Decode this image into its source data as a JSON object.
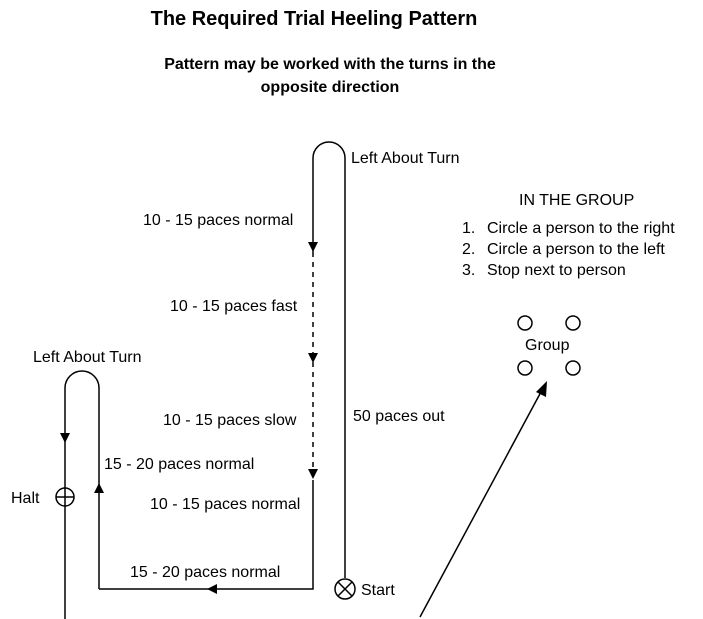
{
  "title": "The Required Trial Heeling Pattern",
  "subtitle": {
    "line1": "Pattern may be worked with the turns in the",
    "line2": "opposite direction"
  },
  "labels": {
    "left_about_turn_top": "Left About Turn",
    "left_about_turn_left": "Left About Turn",
    "normal_1": "10 - 15 paces normal",
    "fast": "10 - 15 paces fast",
    "slow": "10 - 15 paces slow",
    "normal_2": "10 - 15 paces normal",
    "out_50": "50 paces out",
    "normal_15_20_vertical": "15 - 20 paces normal",
    "normal_15_20_bottom": "15 - 20 paces normal",
    "halt": "Halt",
    "start": "Start",
    "group": "Group"
  },
  "group_panel": {
    "heading": "IN THE GROUP",
    "steps": [
      {
        "num": "1.",
        "text": "Circle a person to the right"
      },
      {
        "num": "2.",
        "text": "Circle a person to the left"
      },
      {
        "num": "3.",
        "text": "Stop next to person"
      }
    ]
  },
  "colors": {
    "ink": "#000000",
    "background": "#ffffff"
  },
  "icons": {
    "start": "circle-x-icon",
    "halt": "circle-plus-icon"
  }
}
